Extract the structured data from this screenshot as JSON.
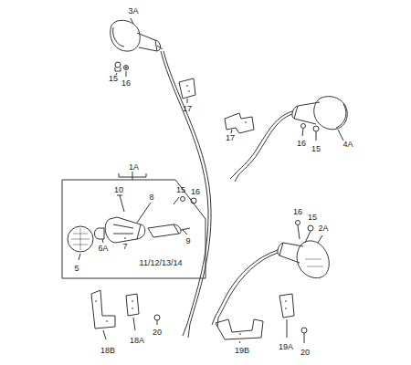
{
  "diagram": {
    "nodes": [
      {
        "text": [
          "1A"
        ]
      }
    ],
    "labels": [
      "3A",
      "15",
      "16",
      "17",
      "17",
      "16",
      "15",
      "4A",
      "10",
      "8",
      "15",
      "16",
      "7",
      "6A",
      "5",
      "9",
      "11/12/13/14",
      "16",
      "15",
      "2A",
      "18B",
      "18A",
      "20",
      "19B",
      "19A",
      "20"
    ]
  }
}
